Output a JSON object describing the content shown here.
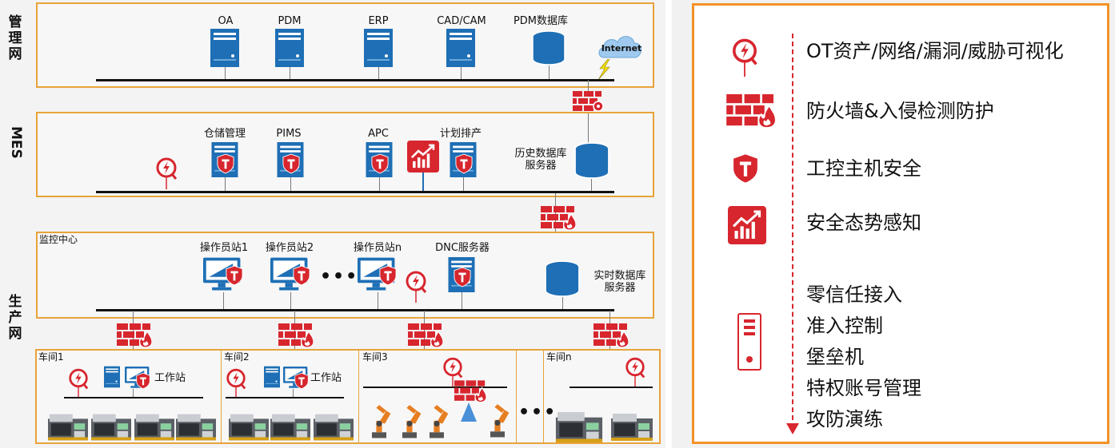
{
  "zones": {
    "management_label": "管理网",
    "mes_label": "MES",
    "production_label": "生产网",
    "monitoring_center": "监控中心"
  },
  "management": {
    "nodes": [
      "OA",
      "PDM",
      "ERP",
      "CAD/CAM",
      "PDM数据库"
    ],
    "internet": "Internet"
  },
  "mes": {
    "nodes": [
      "仓储管理",
      "PIMS",
      "APC",
      "计划排产"
    ],
    "history_db": "历史数据库\n服务器"
  },
  "monitor": {
    "stations": [
      "操作员站1",
      "操作员站2",
      "操作员站n",
      "DNC服务器"
    ],
    "realtime_db": "实时数据库\n服务器"
  },
  "workshops": {
    "w1": "车间1",
    "w2": "车间2",
    "w3": "车间3",
    "wn": "车间n",
    "workstation": "工作站"
  },
  "legend": {
    "items": [
      "OT资产/网络/漏洞/威胁可视化",
      "防火墙&入侵检测防护",
      "工控主机安全",
      "安全态势感知"
    ],
    "list": [
      "零信任接入",
      "准入控制",
      "堡垒机",
      "特权账号管理",
      "攻防演练"
    ]
  },
  "colors": {
    "accent_red": "#d7262e",
    "server_blue": "#1e6fb5",
    "zone_border": "#e8a33a",
    "legend_border": "#f29227"
  }
}
